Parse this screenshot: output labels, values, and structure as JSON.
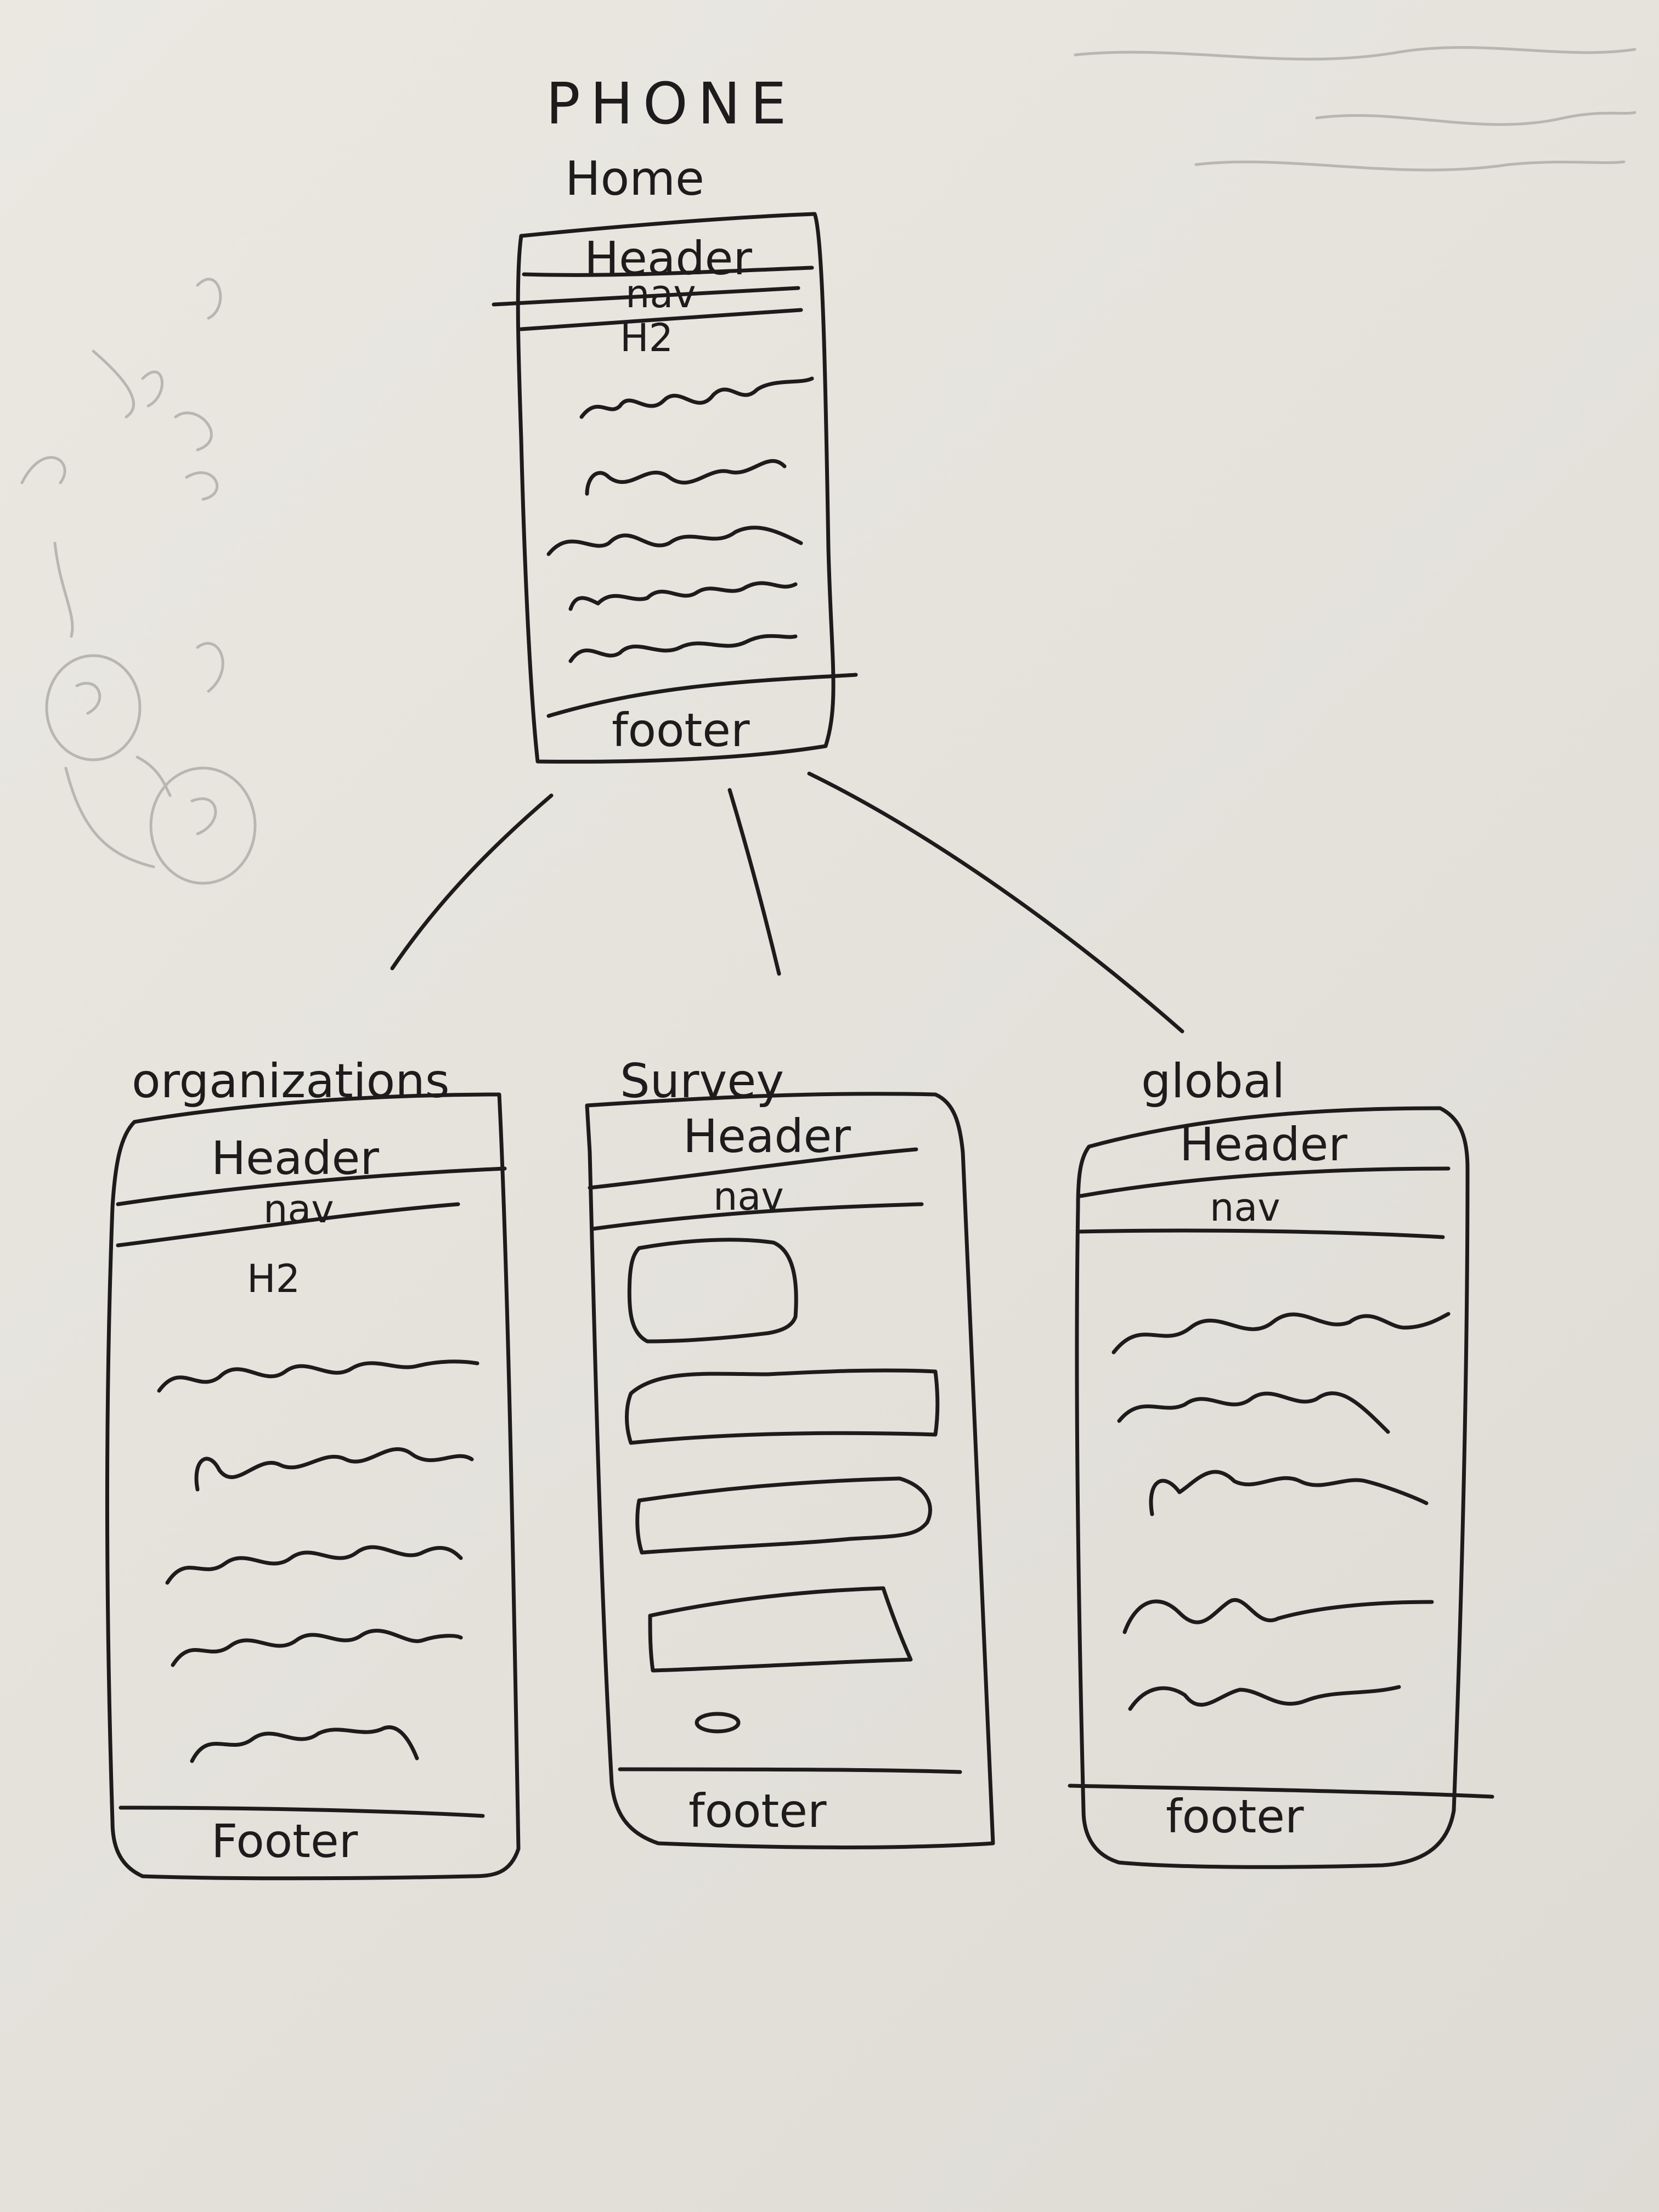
{
  "title": "PHONE",
  "home": {
    "label": "Home",
    "header": "Header",
    "nav": "nav",
    "heading": "H2",
    "footer": "footer"
  },
  "pages": [
    {
      "label": "organizations",
      "header": "Header",
      "nav": "nav",
      "heading": "H2",
      "footer": "Footer"
    },
    {
      "label": "Survey",
      "header": "Header",
      "nav": "nav",
      "footer": "footer"
    },
    {
      "label": "global",
      "header": "Header",
      "nav": "nav",
      "footer": "footer"
    }
  ],
  "colors": {
    "ink": "#1e1b1c",
    "paper": "#e8e5df",
    "pencil": "#b9b6b2"
  }
}
